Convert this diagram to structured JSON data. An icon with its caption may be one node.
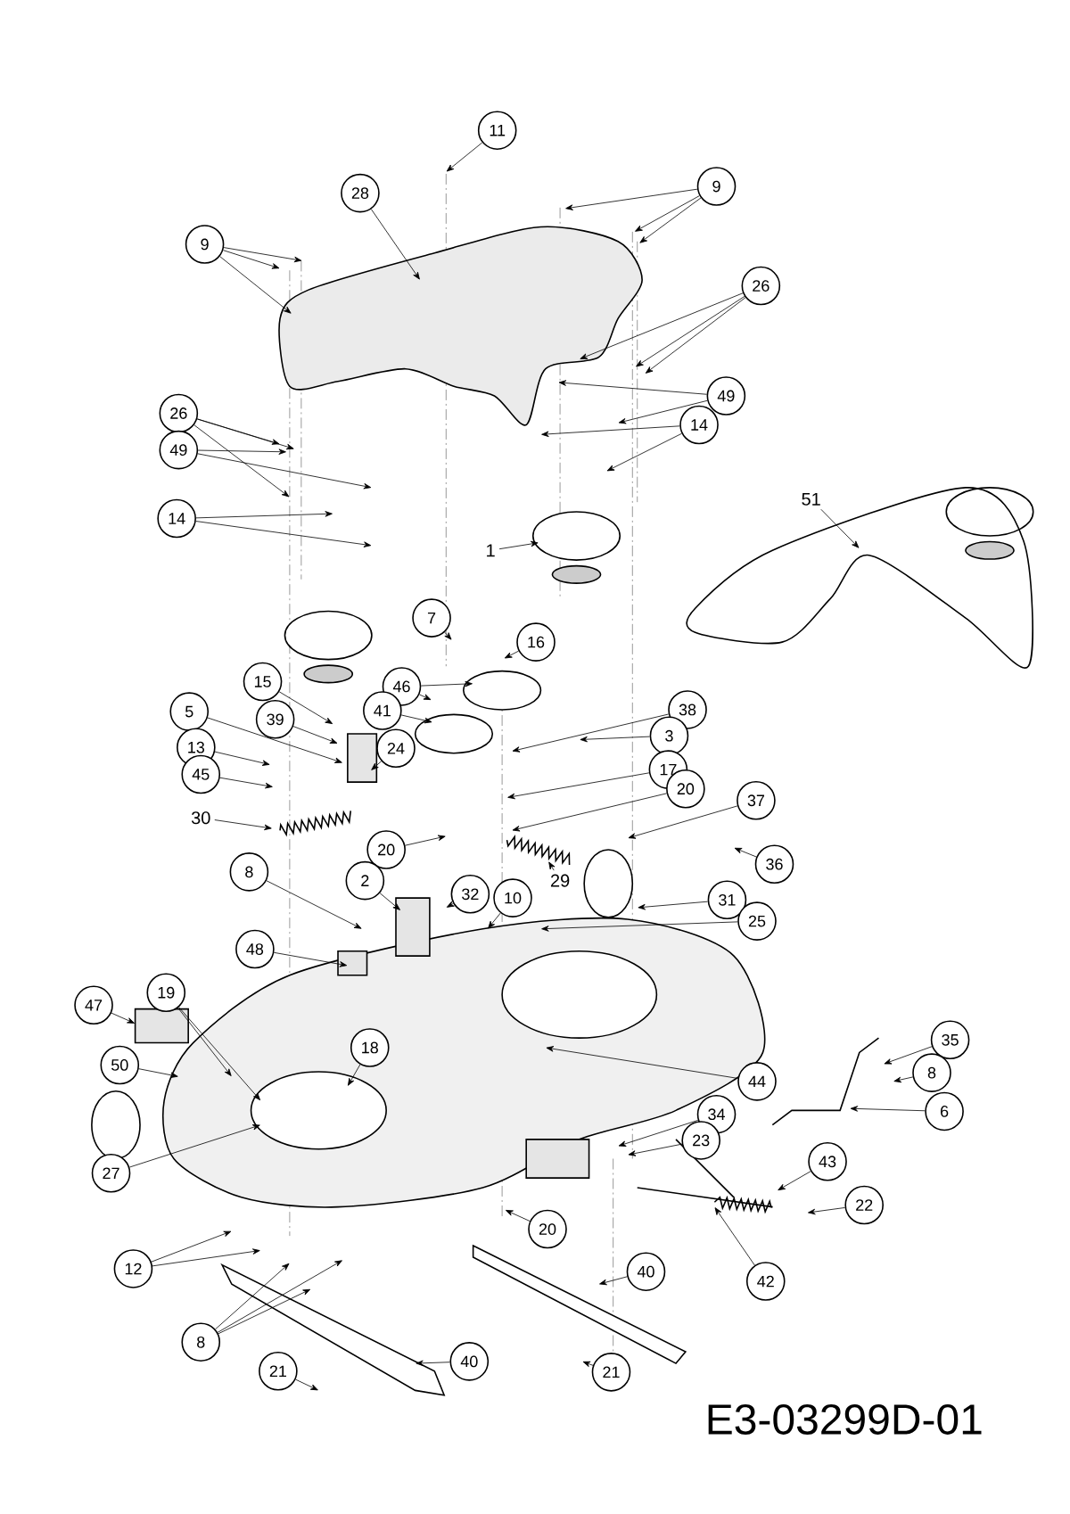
{
  "diagram": {
    "nodes": [
      {
        "text": [
          "11"
        ]
      },
      {
        "text": [
          "9"
        ]
      },
      {
        "text": [
          "28"
        ]
      },
      {
        "text": [
          "9"
        ]
      },
      {
        "text": [
          "26"
        ]
      },
      {
        "text": [
          "49"
        ]
      },
      {
        "text": [
          "26"
        ]
      },
      {
        "text": [
          "14"
        ]
      },
      {
        "text": [
          "49"
        ]
      },
      {
        "text": [
          "51"
        ]
      },
      {
        "text": [
          "14"
        ]
      },
      {
        "text": [
          "1"
        ]
      },
      {
        "text": [
          "7"
        ]
      },
      {
        "text": [
          "16"
        ]
      },
      {
        "text": [
          "15"
        ]
      },
      {
        "text": [
          "46"
        ]
      },
      {
        "text": [
          "5"
        ]
      },
      {
        "text": [
          "38"
        ]
      },
      {
        "text": [
          "41"
        ]
      },
      {
        "text": [
          "39"
        ]
      },
      {
        "text": [
          "3"
        ]
      },
      {
        "text": [
          "13"
        ]
      },
      {
        "text": [
          "24"
        ]
      },
      {
        "text": [
          "17"
        ]
      },
      {
        "text": [
          "45"
        ]
      },
      {
        "text": [
          "20"
        ]
      },
      {
        "text": [
          "37"
        ]
      },
      {
        "text": [
          "30"
        ]
      },
      {
        "text": [
          "29"
        ]
      },
      {
        "text": [
          "20"
        ]
      },
      {
        "text": [
          "36"
        ]
      },
      {
        "text": [
          "2"
        ]
      },
      {
        "text": [
          "8"
        ]
      },
      {
        "text": [
          "32"
        ]
      },
      {
        "text": [
          "10"
        ]
      },
      {
        "text": [
          "31"
        ]
      },
      {
        "text": [
          "25"
        ]
      },
      {
        "text": [
          "48"
        ]
      },
      {
        "text": [
          "47"
        ]
      },
      {
        "text": [
          "19"
        ]
      },
      {
        "text": [
          "35"
        ]
      },
      {
        "text": [
          "18"
        ]
      },
      {
        "text": [
          "50"
        ]
      },
      {
        "text": [
          "8"
        ]
      },
      {
        "text": [
          "44"
        ]
      },
      {
        "text": [
          "6"
        ]
      },
      {
        "text": [
          "34"
        ]
      },
      {
        "text": [
          "23"
        ]
      },
      {
        "text": [
          "27"
        ]
      },
      {
        "text": [
          "43"
        ]
      },
      {
        "text": [
          "22"
        ]
      },
      {
        "text": [
          "20"
        ]
      },
      {
        "text": [
          "12"
        ]
      },
      {
        "text": [
          "40"
        ]
      },
      {
        "text": [
          "42"
        ]
      },
      {
        "text": [
          "8"
        ]
      },
      {
        "text": [
          "40"
        ]
      },
      {
        "text": [
          "21"
        ]
      },
      {
        "text": [
          "21"
        ]
      }
    ],
    "edges": [
      {
        "from": 0,
        "to": null,
        "arrow": "to"
      },
      {
        "from": 1,
        "to": null,
        "arrow": "to"
      },
      {
        "from": 1,
        "to": null,
        "arrow": "to"
      },
      {
        "from": 1,
        "to": null,
        "arrow": "to"
      },
      {
        "from": 2,
        "to": null,
        "arrow": "to"
      },
      {
        "from": 3,
        "to": null,
        "arrow": "to"
      },
      {
        "from": 3,
        "to": null,
        "arrow": "to"
      },
      {
        "from": 3,
        "to": null,
        "arrow": "to"
      },
      {
        "from": 4,
        "to": null,
        "arrow": "to"
      },
      {
        "from": 4,
        "to": null,
        "arrow": "to"
      },
      {
        "from": 4,
        "to": null,
        "arrow": "to"
      },
      {
        "from": 5,
        "to": null,
        "arrow": "to"
      },
      {
        "from": 5,
        "to": null,
        "arrow": "to"
      },
      {
        "from": 6,
        "to": null,
        "arrow": "to"
      },
      {
        "from": 6,
        "to": null,
        "arrow": "to"
      },
      {
        "from": 6,
        "to": null,
        "arrow": "to"
      },
      {
        "from": 7,
        "to": null,
        "arrow": "to"
      },
      {
        "from": 7,
        "to": null,
        "arrow": "to"
      },
      {
        "from": 8,
        "to": null,
        "arrow": "to"
      },
      {
        "from": 8,
        "to": null,
        "arrow": "to"
      },
      {
        "from": 9,
        "to": null,
        "arrow": "to"
      },
      {
        "from": 10,
        "to": null,
        "arrow": "to"
      },
      {
        "from": 10,
        "to": null,
        "arrow": "to"
      },
      {
        "from": 11,
        "to": null,
        "arrow": "to"
      },
      {
        "from": 12,
        "to": null,
        "arrow": "to"
      },
      {
        "from": 13,
        "to": null,
        "arrow": "to"
      },
      {
        "from": 14,
        "to": null,
        "arrow": "to"
      },
      {
        "from": 15,
        "to": null,
        "arrow": "to"
      },
      {
        "from": 15,
        "to": null,
        "arrow": "to"
      },
      {
        "from": 16,
        "to": null,
        "arrow": "to"
      },
      {
        "from": 17,
        "to": null,
        "arrow": "to"
      },
      {
        "from": 18,
        "to": null,
        "arrow": "to"
      },
      {
        "from": 19,
        "to": null,
        "arrow": "to"
      },
      {
        "from": 20,
        "to": null,
        "arrow": "to"
      },
      {
        "from": 21,
        "to": null,
        "arrow": "to"
      },
      {
        "from": 22,
        "to": null,
        "arrow": "to"
      },
      {
        "from": 23,
        "to": null,
        "arrow": "to"
      },
      {
        "from": 24,
        "to": null,
        "arrow": "to"
      },
      {
        "from": 25,
        "to": null,
        "arrow": "to"
      },
      {
        "from": 26,
        "to": null,
        "arrow": "to"
      },
      {
        "from": 27,
        "to": null,
        "arrow": "to"
      },
      {
        "from": 28,
        "to": null,
        "arrow": "to"
      },
      {
        "from": 29,
        "to": null,
        "arrow": "to"
      },
      {
        "from": 30,
        "to": null,
        "arrow": "to"
      },
      {
        "from": 31,
        "to": null,
        "arrow": "to"
      },
      {
        "from": 32,
        "to": null,
        "arrow": "to"
      },
      {
        "from": 33,
        "to": null,
        "arrow": "to"
      },
      {
        "from": 34,
        "to": null,
        "arrow": "to"
      },
      {
        "from": 35,
        "to": null,
        "arrow": "to"
      },
      {
        "from": 36,
        "to": null,
        "arrow": "to"
      },
      {
        "from": 37,
        "to": null,
        "arrow": "to"
      },
      {
        "from": 38,
        "to": null,
        "arrow": "to"
      },
      {
        "from": 39,
        "to": null,
        "arrow": "to"
      },
      {
        "from": 39,
        "to": null,
        "arrow": "to"
      },
      {
        "from": 40,
        "to": null,
        "arrow": "to"
      },
      {
        "from": 41,
        "to": null,
        "arrow": "to"
      },
      {
        "from": 42,
        "to": null,
        "arrow": "to"
      },
      {
        "from": 43,
        "to": null,
        "arrow": "to"
      },
      {
        "from": 44,
        "to": null,
        "arrow": "to"
      },
      {
        "from": 45,
        "to": null,
        "arrow": "to"
      },
      {
        "from": 46,
        "to": null,
        "arrow": "to"
      },
      {
        "from": 47,
        "to": null,
        "arrow": "to"
      },
      {
        "from": 48,
        "to": null,
        "arrow": "to"
      },
      {
        "from": 49,
        "to": null,
        "arrow": "to"
      },
      {
        "from": 50,
        "to": null,
        "arrow": "to"
      },
      {
        "from": 51,
        "to": null,
        "arrow": "to"
      },
      {
        "from": 52,
        "to": null,
        "arrow": "to"
      },
      {
        "from": 52,
        "to": null,
        "arrow": "to"
      },
      {
        "from": 53,
        "to": null,
        "arrow": "to"
      },
      {
        "from": 54,
        "to": null,
        "arrow": "to"
      },
      {
        "from": 55,
        "to": null,
        "arrow": "to"
      },
      {
        "from": 55,
        "to": null,
        "arrow": "to"
      },
      {
        "from": 55,
        "to": null,
        "arrow": "to"
      },
      {
        "from": 56,
        "to": null,
        "arrow": "to"
      },
      {
        "from": 57,
        "to": null,
        "arrow": "to"
      },
      {
        "from": 58,
        "to": null,
        "arrow": "to"
      }
    ],
    "labels": [
      "E3-03299D-01"
    ]
  }
}
